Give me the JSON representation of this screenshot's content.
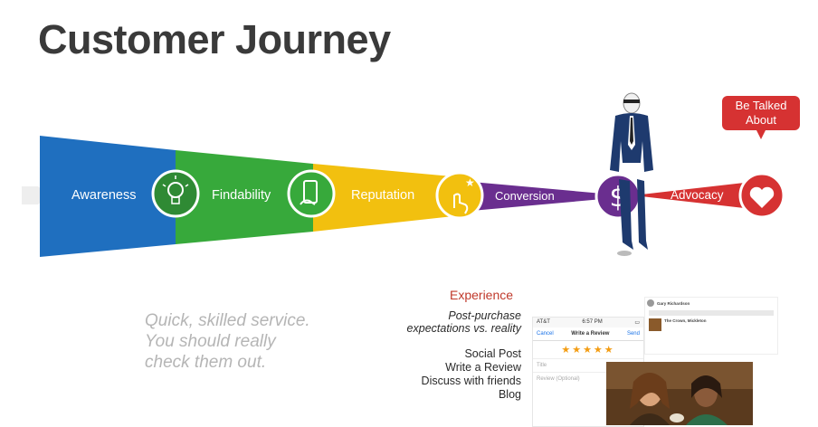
{
  "title": "Customer Journey",
  "stages": [
    {
      "label": "Awareness",
      "color": "#1f6fbf",
      "icon": "lightbulb-icon"
    },
    {
      "label": "Findability",
      "color": "#37a93b",
      "icon": "smartphone-hand-icon"
    },
    {
      "label": "Reputation",
      "color": "#f2c00f",
      "icon": "tap-sparkle-icon"
    },
    {
      "label": "Conversion",
      "color": "#6a2e8f",
      "icon": "dollar-icon"
    },
    {
      "label": "Advocacy",
      "color": "#d63232",
      "icon": "heart-icon"
    }
  ],
  "bubble": {
    "line1": "Be Talked",
    "line2": "About"
  },
  "quote": {
    "line1": "Quick, skilled service.",
    "line2": "You should really",
    "line3": "check them out."
  },
  "experience": {
    "title": "Experience",
    "line1": "Post-purchase",
    "line2": "expectations vs. reality",
    "actions": [
      "Social Post",
      "Write a Review",
      "Discuss with friends",
      "Blog"
    ]
  },
  "phone": {
    "carrier": "AT&T",
    "time": "6:57 PM",
    "cancel": "Cancel",
    "heading": "Write a Review",
    "send": "Send",
    "stars": "★★★★★",
    "title_placeholder": "Title",
    "review_placeholder": "Review (Optional)"
  },
  "tweet": {
    "author": "Gary Richardson",
    "place": "The Crown, Mickleton"
  },
  "colors": {
    "title": "#3a3a3a",
    "quote": "#b5b5b5",
    "accent_red": "#d63232"
  }
}
